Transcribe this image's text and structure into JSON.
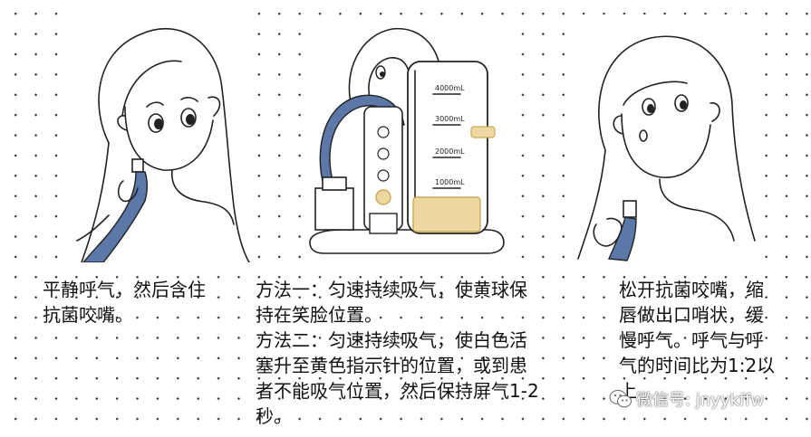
{
  "captions": {
    "step1": [
      "平静呼气，然后含住",
      "抗菌咬嘴。"
    ],
    "step2": [
      "方法一：匀速持续吸气，使黄球保",
      "持在笑脸位置。",
      "方法二：匀速持续吸气，使白色活",
      "塞升至黄色指示针的位置，或到患",
      "者不能吸气位置，然后保持屏气1-2",
      "秒。"
    ],
    "step3": [
      "松开抗菌咬嘴，缩",
      "唇做出口哨状，缓",
      "慢呼气。呼气与呼",
      "气的时间比为1:2以",
      "上"
    ]
  },
  "scale_labels": [
    "4000mL",
    "3000mL",
    "2000mL",
    "1000mL"
  ],
  "watermark": "微信号: jnyykffw",
  "icons": [
    "breathing-mouthpiece-illustration",
    "spirometer-device-illustration",
    "pursed-lip-exhale-illustration",
    "wechat-icon"
  ],
  "colors": {
    "tube_blue": "#5b78a8",
    "yellow": "#ecd8a0",
    "yellow_dark": "#c9a857",
    "ink": "#222222",
    "dot_grid": "#3a3a3a"
  }
}
